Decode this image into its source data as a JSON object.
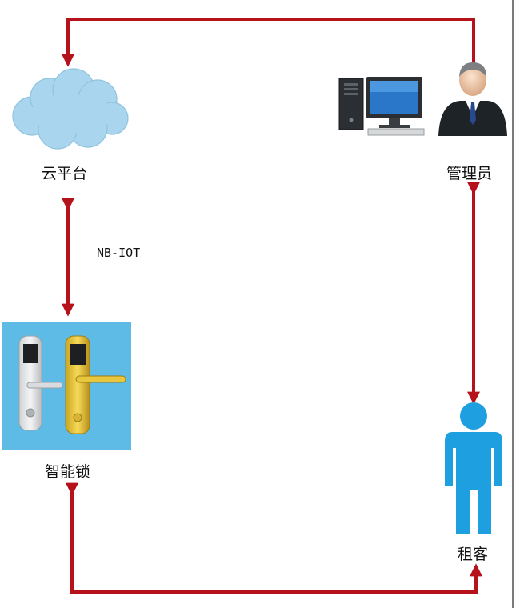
{
  "colors": {
    "arrow": "#b5121b",
    "cloud": "#a9d6ee",
    "lock_panel": "#5dbbe6",
    "tenant_figure": "#1e9fe0",
    "admin_suit": "#1e2328"
  },
  "nodes": {
    "cloud": {
      "label": "云平台",
      "icon": "cloud-icon"
    },
    "admin": {
      "label": "管理员",
      "icon": "admin-computer-icon"
    },
    "lock": {
      "label": "智能锁",
      "icon": "smart-lock-icon"
    },
    "tenant": {
      "label": "租客",
      "icon": "person-icon"
    }
  },
  "edges": [
    {
      "from": "admin",
      "to": "cloud",
      "direction": "one-way",
      "label": ""
    },
    {
      "from": "cloud",
      "to": "lock",
      "direction": "two-way",
      "label": "NB-IOT"
    },
    {
      "from": "admin",
      "to": "tenant",
      "direction": "two-way",
      "label": ""
    },
    {
      "from": "lock",
      "to": "tenant",
      "direction": "both-ends",
      "label": ""
    }
  ]
}
